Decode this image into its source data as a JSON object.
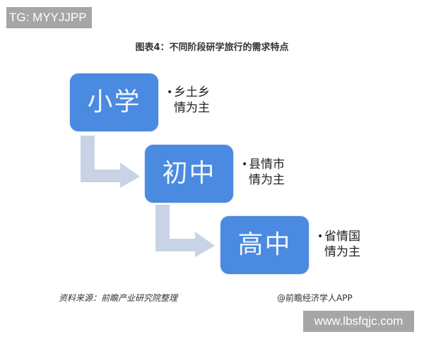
{
  "watermarks": {
    "top_left": "TG: MYYJJPP",
    "bottom_right": "www.lbsfqjc.com"
  },
  "diagram": {
    "title": "图表4：不同阶段研学旅行的需求特点",
    "stages": [
      {
        "label": "小学",
        "bullet": "•",
        "desc_line1": "乡土乡",
        "desc_line2": "情为主"
      },
      {
        "label": "初中",
        "bullet": "•",
        "desc_line1": "县情市",
        "desc_line2": "情为主"
      },
      {
        "label": "高中",
        "bullet": "•",
        "desc_line1": "省情国",
        "desc_line2": "情为主"
      }
    ],
    "colors": {
      "box_fill": "#4a8ae0",
      "arrow_fill": "#c9d3e6",
      "box_text": "#f2f6fc"
    }
  },
  "footer": {
    "source": "资料来源：前瞻产业研究院整理",
    "brand": "@前瞻经济学人APP"
  }
}
